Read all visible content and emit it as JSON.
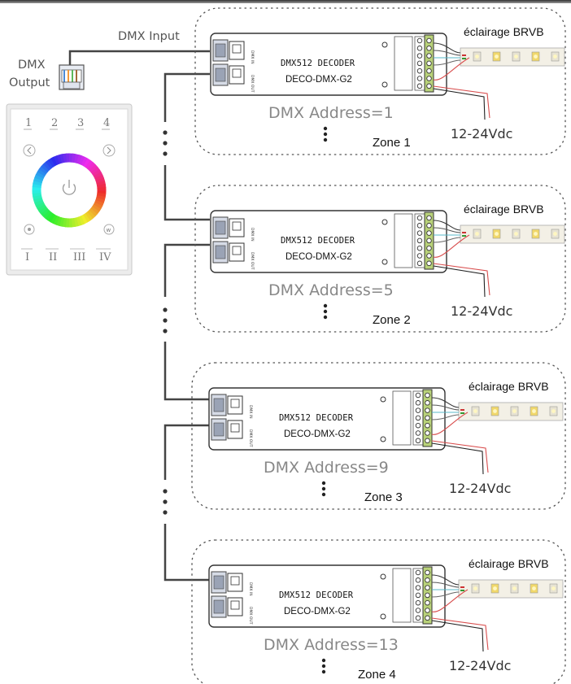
{
  "top_labels": {
    "dmx_input": "DMX Input",
    "dmx_output_line1": "DMX",
    "dmx_output_line2": "Output"
  },
  "panel": {
    "top_buttons": [
      "1",
      "2",
      "3",
      "4"
    ],
    "bottom_buttons": [
      "I",
      "II",
      "III",
      "IV"
    ],
    "icons": [
      "power-icon",
      "left-arrow-icon",
      "right-arrow-icon",
      "fan-icon",
      "white-w-icon"
    ]
  },
  "zones": [
    {
      "decoder_title": "DMX512 DECODER",
      "model": "DECO-DMX-G2",
      "address": "DMX Address=1",
      "zone": "Zone 1",
      "voltage": "12-24Vdc",
      "strip_label": "éclairage BRVB"
    },
    {
      "decoder_title": "DMX512 DECODER",
      "model": "DECO-DMX-G2",
      "address": "DMX Address=5",
      "zone": "Zone 2",
      "voltage": "12-24Vdc",
      "strip_label": "éclairage BRVB"
    },
    {
      "decoder_title": "DMX512 DECODER",
      "model": "DECO-DMX-G2",
      "address": "DMX Address=9",
      "zone": "Zone 3",
      "voltage": "12-24Vdc",
      "strip_label": "éclairage BRVB"
    },
    {
      "decoder_title": "DMX512 DECODER",
      "model": "DECO-DMX-G2",
      "address": "DMX Address=13",
      "zone": "Zone 4",
      "voltage": "12-24Vdc",
      "strip_label": "éclairage BRVB"
    }
  ],
  "decoder_port_labels": {
    "dmx_in": "DMX IN",
    "dmx_out": "DMX OUT"
  },
  "colors": {
    "wire": "#444444",
    "dashed_zone": "#555555",
    "terminal_green": "#b9d27a",
    "red_wire": "#d84c4c",
    "cyan_wire": "#58b8c9"
  }
}
